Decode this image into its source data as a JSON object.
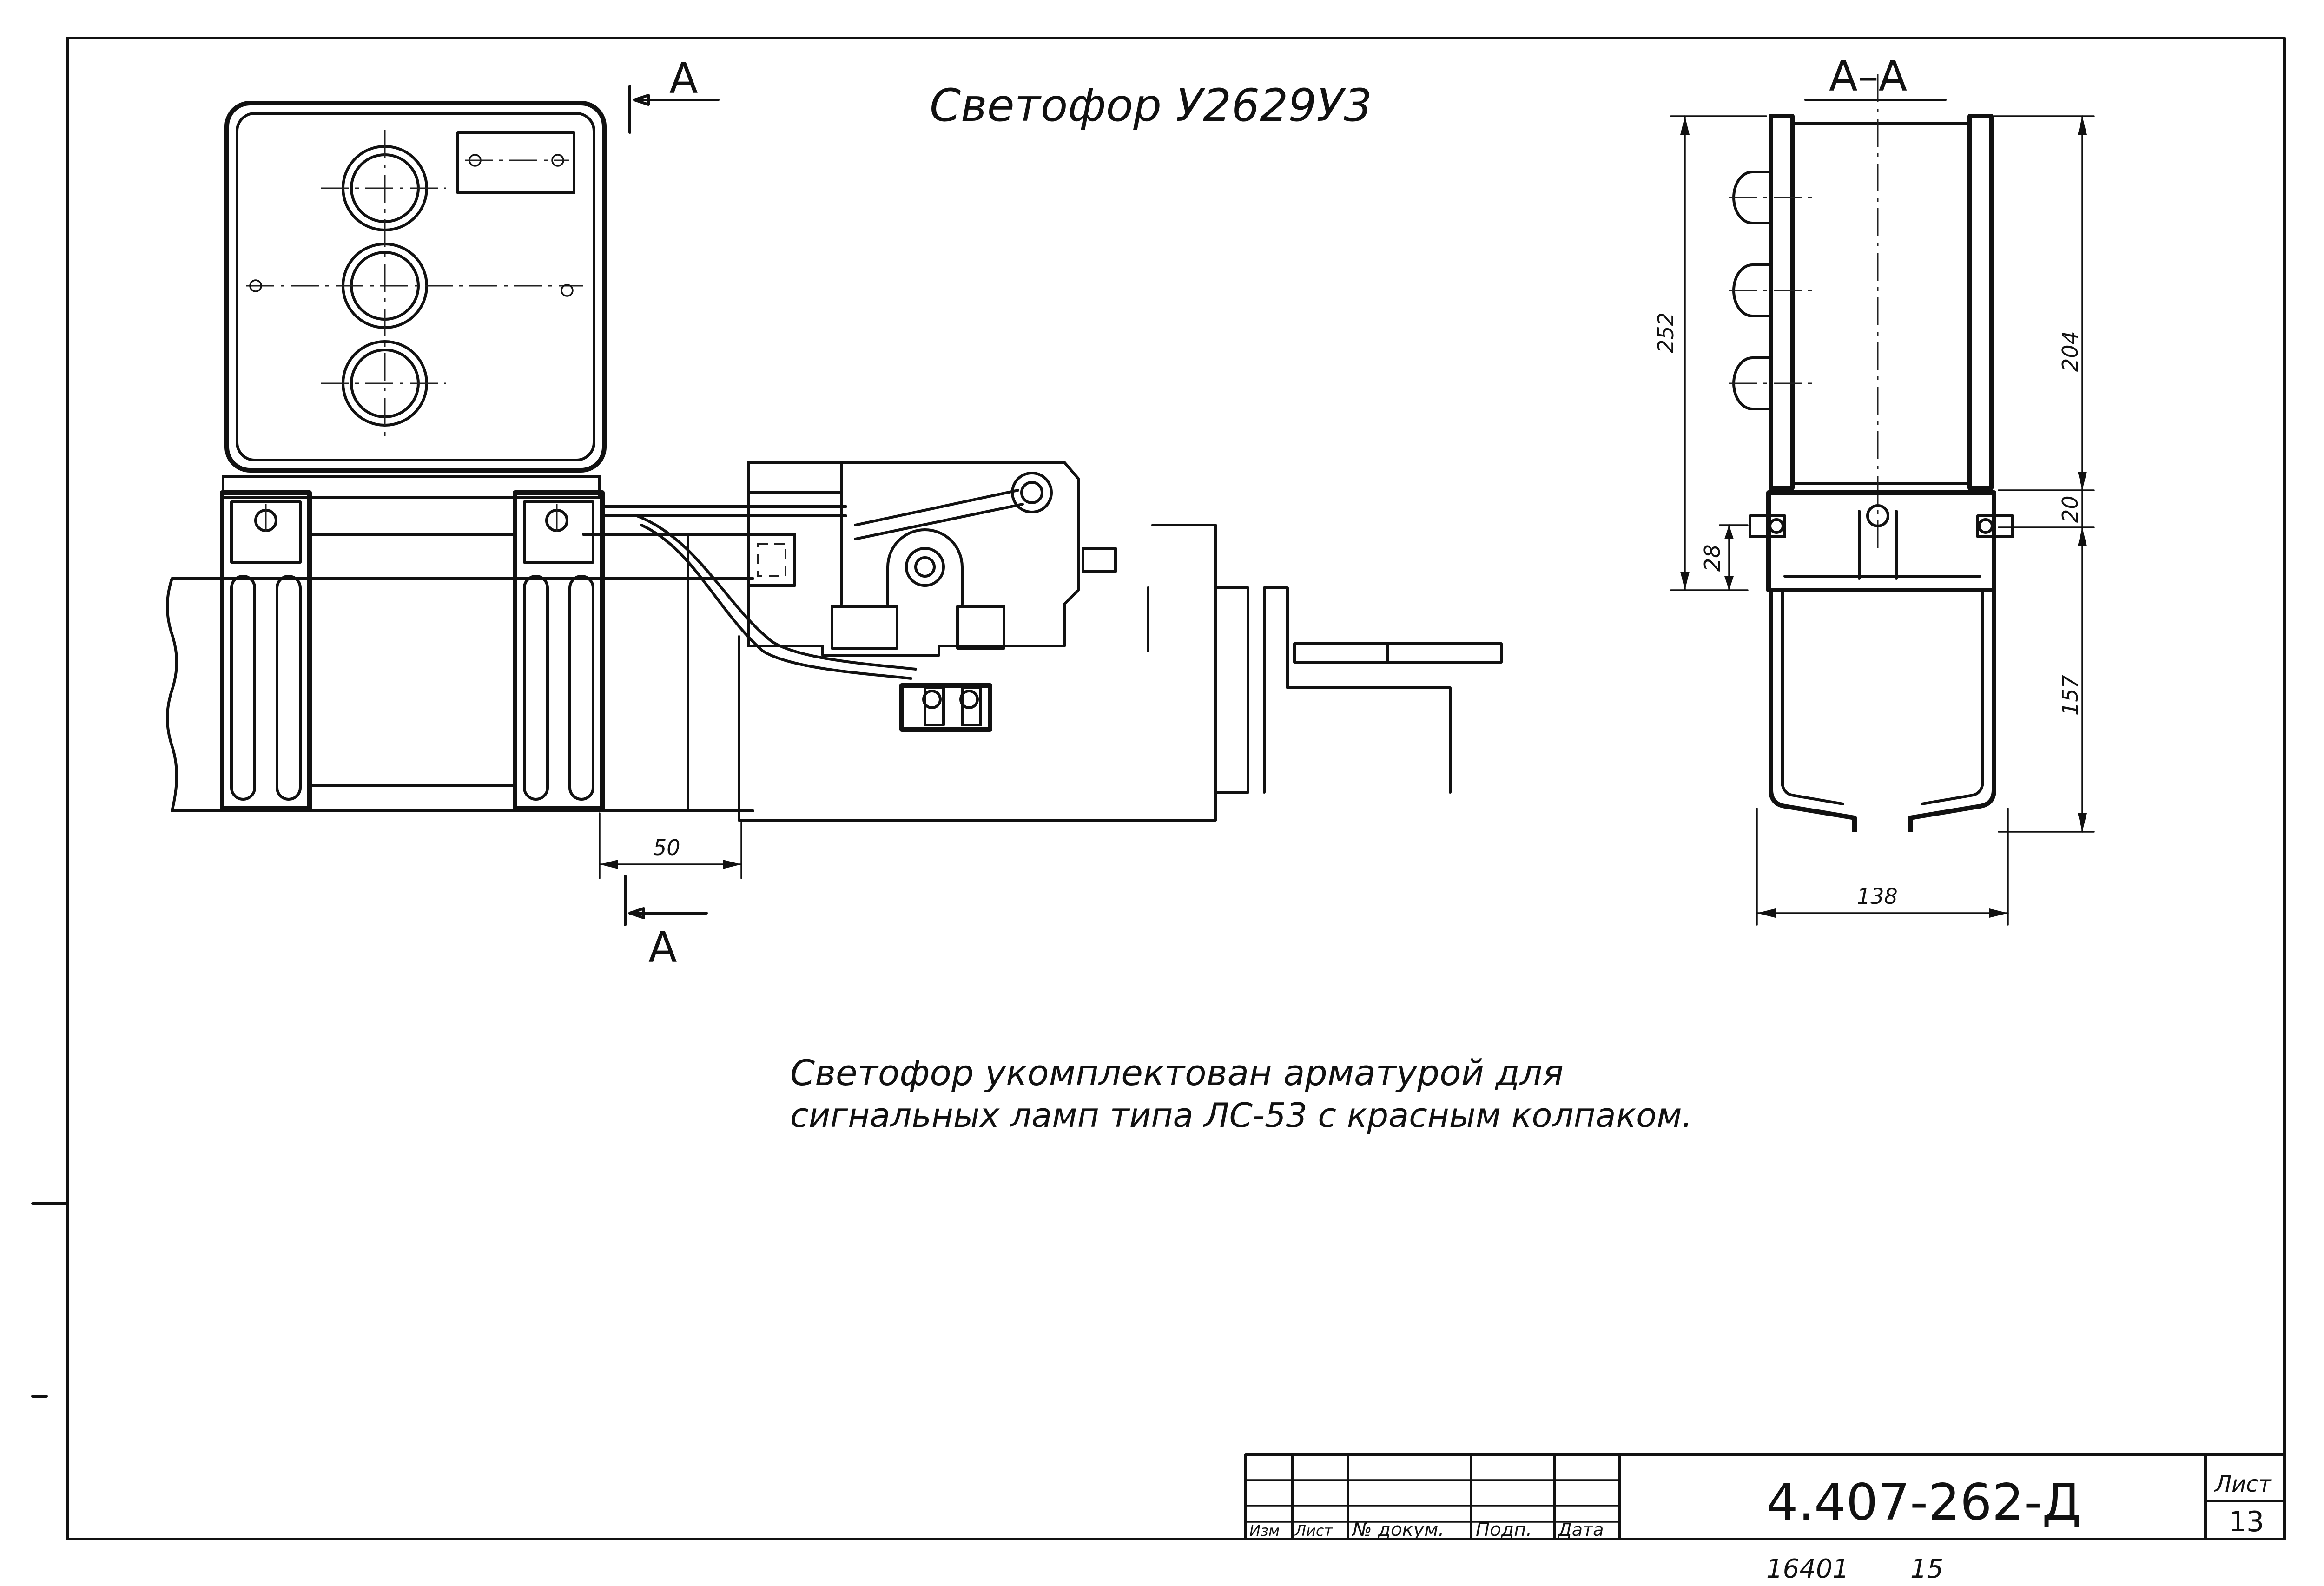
{
  "title": "Светофор У2629У3",
  "section": {
    "mark": "А",
    "view_label": "А–А"
  },
  "dimensions": {
    "total_height": "252",
    "box_height": "204",
    "plate": "20",
    "bolt_offset": "28",
    "channel_height": "157",
    "channel_width": "138",
    "offset": "50"
  },
  "note": {
    "line1": "Светофор укомплектован арматурой для",
    "line2": "сигнальных ламп типа ЛС-53 с красным колпаком."
  },
  "title_block": {
    "columns": [
      "Изм",
      "Лист",
      "№ докум.",
      "Подп.",
      "Дата"
    ],
    "doc_number": "4.407-262-Д",
    "sheet_label": "Лист",
    "sheet_number": "13",
    "archive_number": "16401",
    "archive_suffix": "15"
  }
}
